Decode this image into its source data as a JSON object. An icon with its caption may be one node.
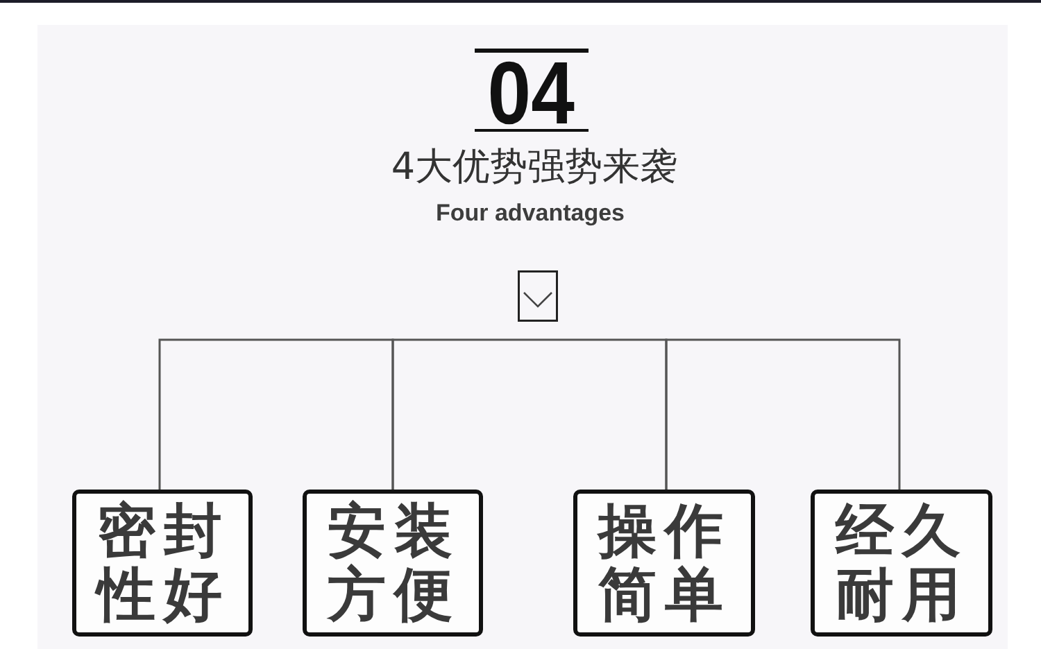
{
  "diagram": {
    "title": "4大优势强势来袭",
    "nodes": [
      {
        "text": [
          "密封性好"
        ]
      },
      {
        "text": [
          "安装方便"
        ]
      },
      {
        "text": [
          "操作简单"
        ]
      },
      {
        "text": [
          "经久耐用"
        ]
      }
    ],
    "edges": [
      {
        "from": 0,
        "to": 1,
        "arrow": "none"
      },
      {
        "from": 1,
        "to": 2,
        "arrow": "none"
      },
      {
        "from": 2,
        "to": 3,
        "arrow": "none"
      }
    ],
    "labels": [
      "04",
      "Four advantages"
    ]
  }
}
